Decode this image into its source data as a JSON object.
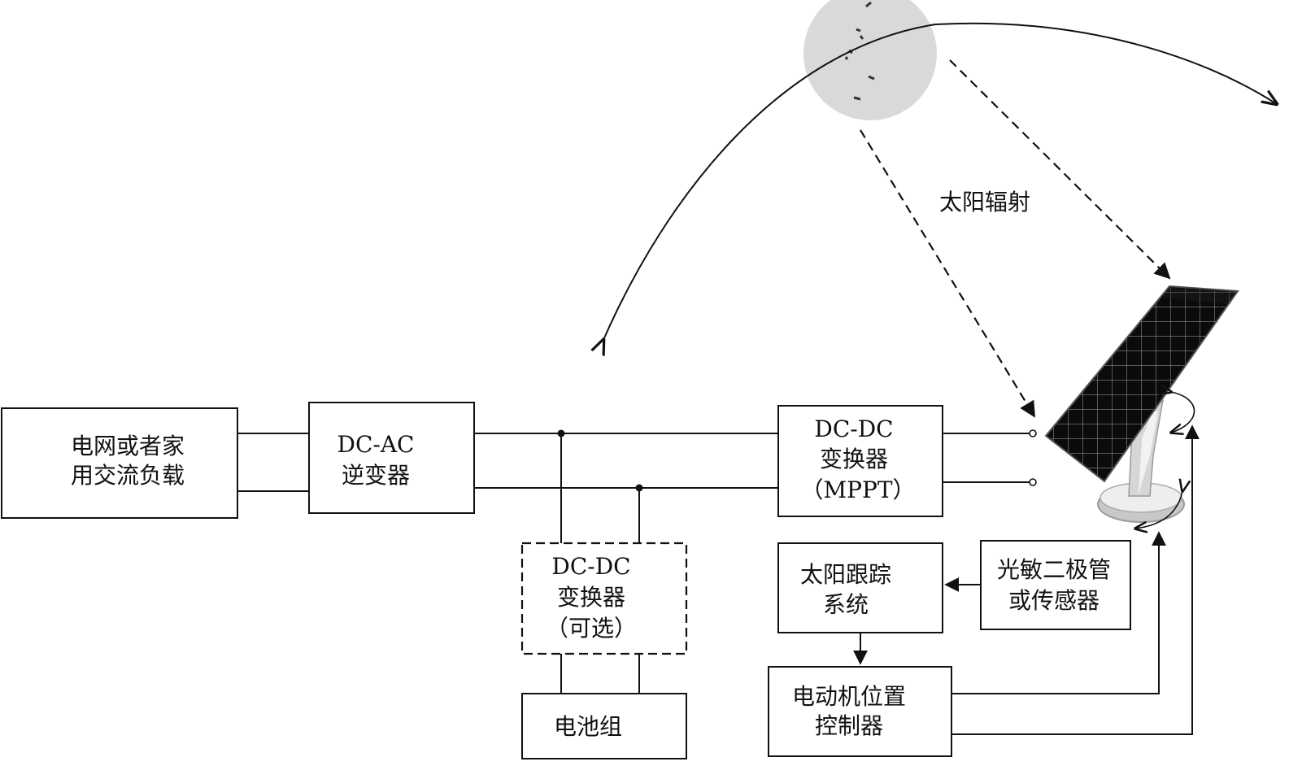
{
  "blocks": {
    "grid_load": {
      "line1": "电网或者家",
      "line2": "用交流负载"
    },
    "inverter": {
      "line1": "DC-AC",
      "line2": "逆变器"
    },
    "dcdc_mppt": {
      "line1": "DC-DC",
      "line2": "变换器",
      "line3": "（MPPT）"
    },
    "dcdc_optional": {
      "line1": "DC-DC",
      "line2": "变换器",
      "line3": "（可选）"
    },
    "battery": {
      "line1": "电池组"
    },
    "tracking": {
      "line1": "太阳跟踪",
      "line2": "系统"
    },
    "sensor": {
      "line1": "光敏二极管",
      "line2": "或传感器"
    },
    "motor_controller": {
      "line1": "电动机位置",
      "line2": "控制器"
    }
  },
  "radiation_label": "太阳辐射",
  "colors": {
    "line": "#111111",
    "sun_fill": "#d9d9d9",
    "panel_cell": "#0b0b0b",
    "panel_grid": "#8a8a8a",
    "stand": "#cfcfcf"
  },
  "icons": {
    "sun": "sun-icon",
    "solar_panel": "solar-panel-icon"
  }
}
